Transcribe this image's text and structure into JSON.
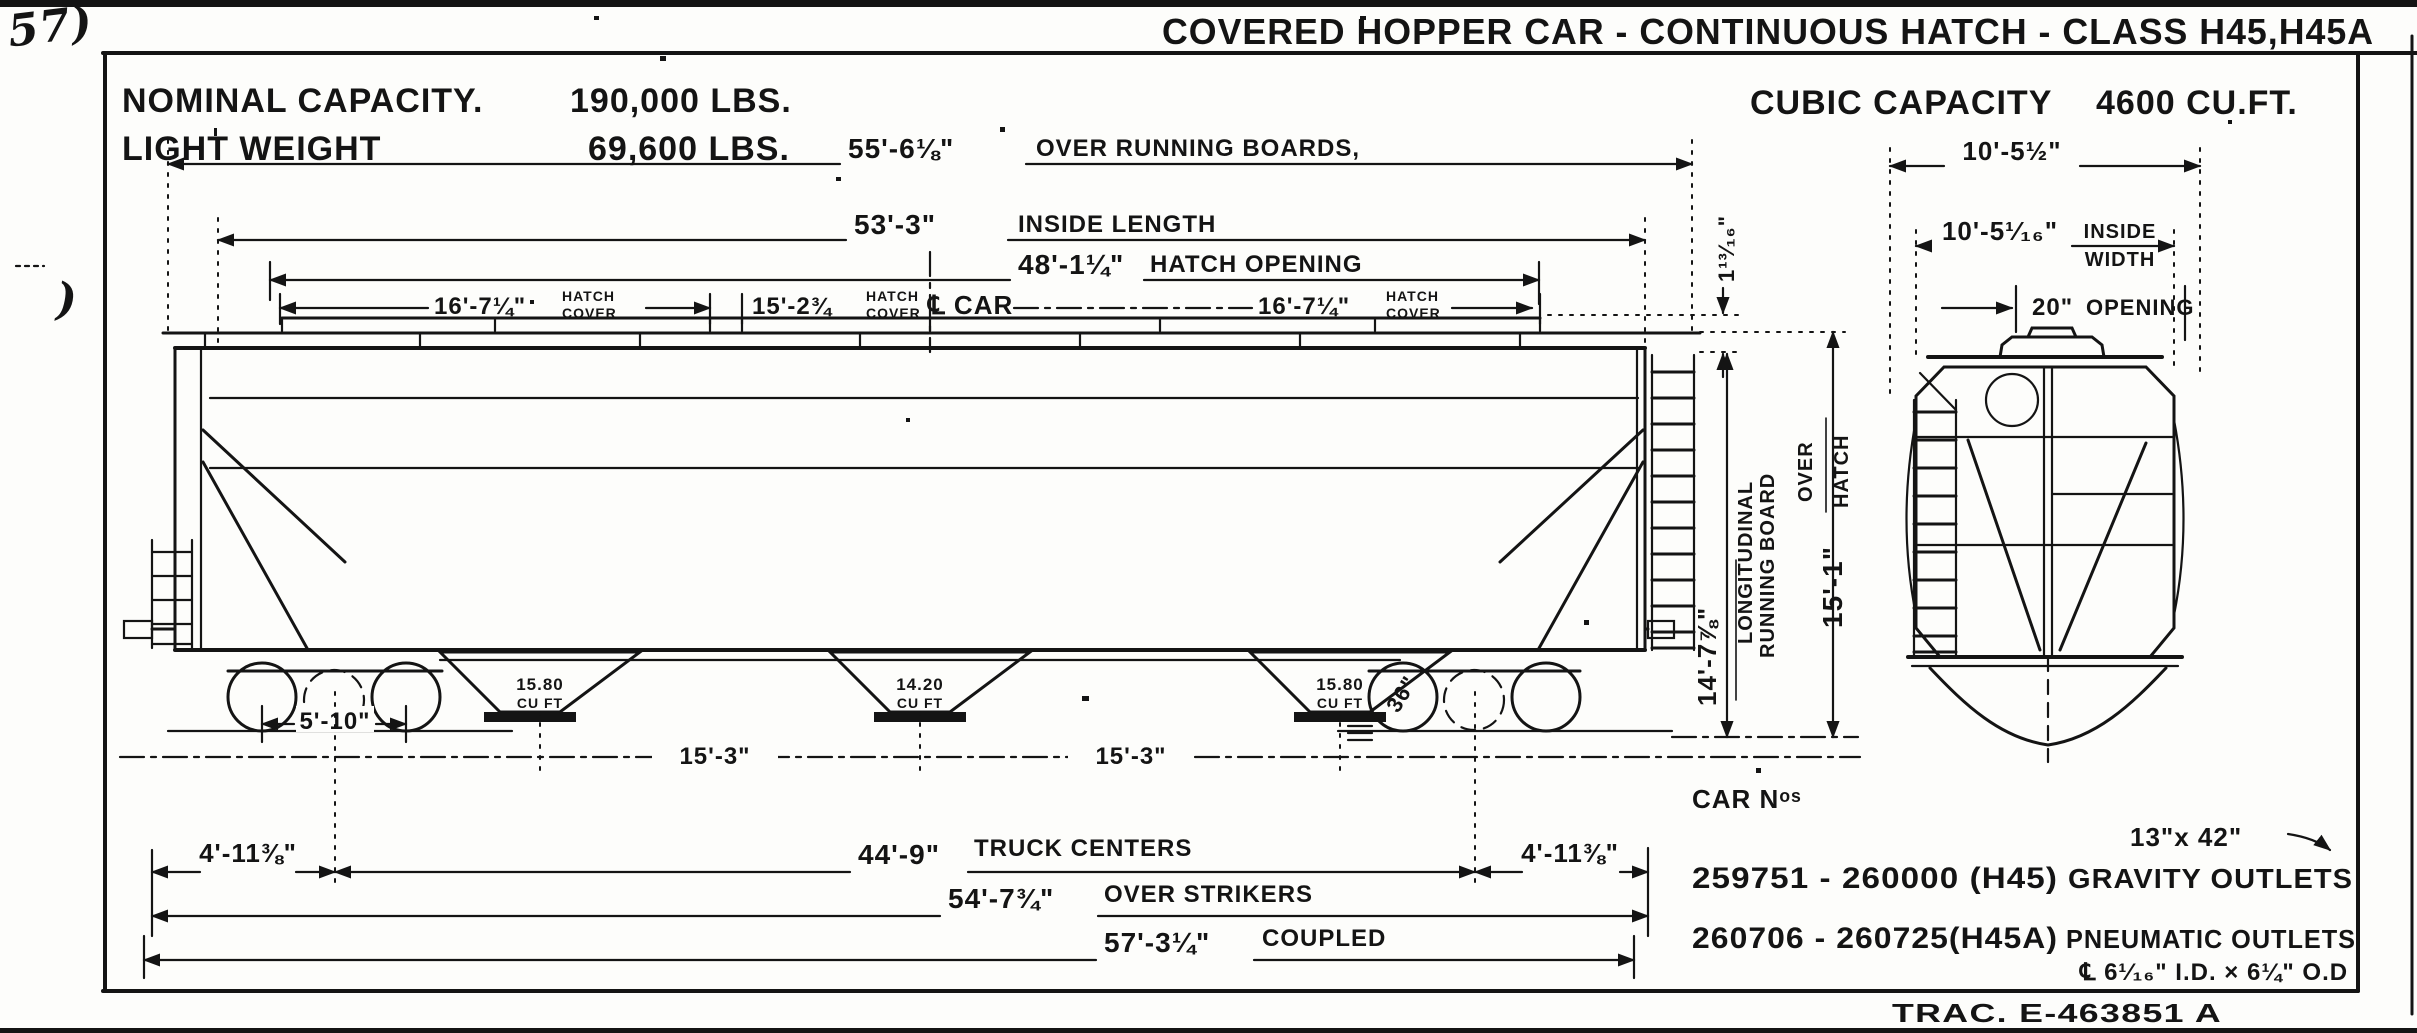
{
  "page": {
    "top_mark": "57)",
    "side_mark": ")",
    "title": "COVERED HOPPER CAR - CONTINUOUS HATCH - CLASS H45,H45A",
    "drawing_number": "TRAC. E-463851 A"
  },
  "capacity": {
    "nominal_label": "NOMINAL CAPACITY.",
    "nominal_value": "190,000 LBS.",
    "light_label": "LIGHT WEIGHT",
    "light_value": "69,600 LBS.",
    "cubic_label": "CUBIC CAPACITY",
    "cubic_value": "4600 CU.FT."
  },
  "side_view": {
    "over_running_boards": {
      "value": "55'-6⅛\"",
      "label": "OVER RUNNING BOARDS,"
    },
    "inside_length": {
      "value": "53'-3\"",
      "label": "INSIDE LENGTH"
    },
    "hatch_opening": {
      "value": "48'-1¼\"",
      "label": "HATCH OPENING"
    },
    "hatch_cover_left": {
      "value": "16'-7¼\"",
      "label_line1": "HATCH",
      "label_line2": "COVER"
    },
    "hatch_cover_mid": {
      "value": "15'-2¾",
      "label_line1": "HATCH",
      "label_line2": "COVER"
    },
    "car_centerline": "℄ CAR",
    "hatch_cover_right": {
      "value": "16'-7¼\"",
      "label_line1": "HATCH",
      "label_line2": "COVER"
    },
    "hatch_to_board_gap": "1¹³⁄₁₆\"",
    "running_board_height": {
      "value": "14'-7⅞\"",
      "label_line1": "LONGITUDINAL",
      "label_line2": "RUNNING BOARD"
    },
    "over_hatch_height": {
      "value": "15'-1\"",
      "label_line1": "OVER",
      "label_line2": "HATCH"
    },
    "truck_wheelbase": "5'-10\"",
    "hopper_spacing_left": "15'-3\"",
    "hopper_spacing_right": "15'-3\"",
    "wheel_diameter": "36\"",
    "left_overhang": "4'-11⅜\"",
    "truck_centers": {
      "value": "44'-9\"",
      "label": "TRUCK CENTERS"
    },
    "right_overhang": "4'-11⅜\"",
    "over_strikers": {
      "value": "54'-7¾\"",
      "label": "OVER STRIKERS"
    },
    "coupled": {
      "value": "57'-3¼\"",
      "label": "COUPLED"
    },
    "hoppers": [
      {
        "capacity": "15.80",
        "unit": "CU FT"
      },
      {
        "capacity": "14.20",
        "unit": "CU FT"
      },
      {
        "capacity": "15.80",
        "unit": "CU FT"
      }
    ]
  },
  "end_view": {
    "overall_width": "10'-5½\"",
    "inside_width": {
      "value": "10'-5¹⁄₁₆\"",
      "label_line1": "INSIDE",
      "label_line2": "WIDTH"
    },
    "roof_opening": {
      "value": "20\"",
      "label": "OPENING"
    }
  },
  "notes": {
    "car_numbers_heading": "CAR Nᵒˢ",
    "outlet_size": "13\"x 42\"",
    "series1_numbers": "259751 - 260000 (H45)",
    "series1_outlets": "GRAVITY OUTLETS",
    "series2_numbers": "260706 - 260725(H45A)",
    "series2_outlets": "PNEUMATIC OUTLETS",
    "outlet_pipe": "℄ 6¹⁄₁₆\" I.D. × 6¼\" O.D"
  }
}
